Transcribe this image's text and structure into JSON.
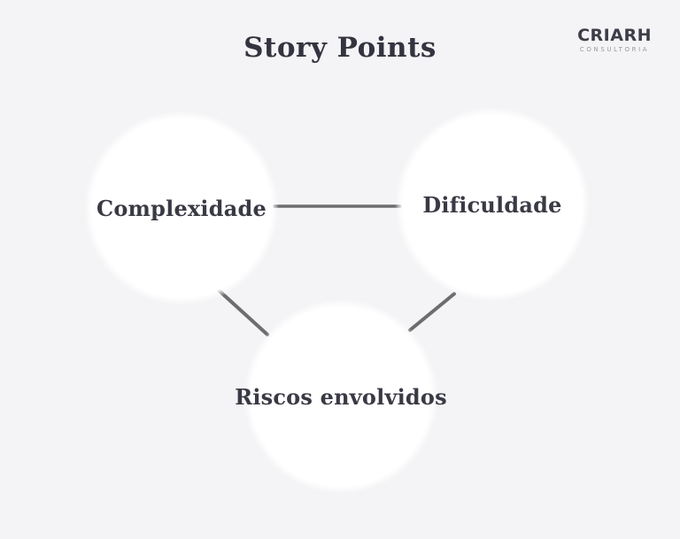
{
  "header": {
    "title": "Story Points"
  },
  "logo": {
    "name": "CRIARH",
    "subtitle": "CONSULTORIA"
  },
  "diagram": {
    "nodes": [
      {
        "id": "complexidade",
        "label": "Complexidade"
      },
      {
        "id": "dificuldade",
        "label": "Dificuldade"
      },
      {
        "id": "riscos",
        "label": "Riscos envolvidos"
      }
    ],
    "connections": [
      {
        "from": "complexidade",
        "to": "dificuldade"
      },
      {
        "from": "complexidade",
        "to": "riscos"
      },
      {
        "from": "dificuldade",
        "to": "riscos"
      }
    ]
  },
  "colors": {
    "background": "#f4f4f6",
    "node_fill": "#ffffff",
    "title_text": "#343440",
    "label_text": "#3a3a45",
    "connector": "#6d6d70",
    "logo_text": "#3d3d49",
    "logo_subtitle_text": "#97979e"
  }
}
